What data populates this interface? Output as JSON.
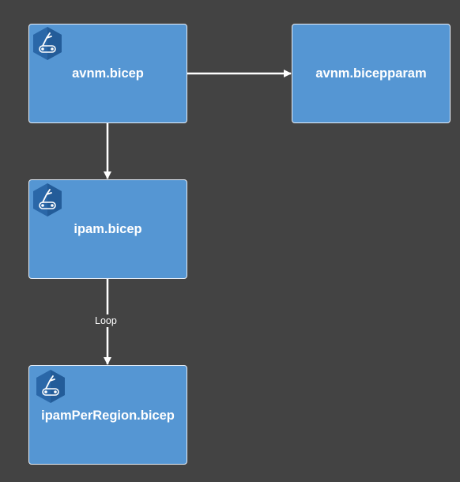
{
  "colors": {
    "background": "#434343",
    "node_fill": "#5596d3",
    "node_border": "#e8eef6",
    "edge": "#ffffff",
    "icon_hex": "#2a67a8",
    "icon_hex_shade": "#1f5590"
  },
  "diagram": {
    "nodes": [
      {
        "id": "avnm-bicep",
        "label": "avnm.bicep",
        "icon": "bicep-module-icon"
      },
      {
        "id": "avnm-bicepparam",
        "label": "avnm.bicepparam",
        "icon": null
      },
      {
        "id": "ipam-bicep",
        "label": "ipam.bicep",
        "icon": "bicep-module-icon"
      },
      {
        "id": "ipam-per-region-bicep",
        "label": "ipamPerRegion.bicep",
        "icon": "bicep-module-icon"
      }
    ],
    "edges": [
      {
        "from": "avnm-bicep",
        "to": "avnm-bicepparam",
        "label": ""
      },
      {
        "from": "avnm-bicep",
        "to": "ipam-bicep",
        "label": ""
      },
      {
        "from": "ipam-bicep",
        "to": "ipam-per-region-bicep",
        "label": "Loop"
      }
    ]
  }
}
